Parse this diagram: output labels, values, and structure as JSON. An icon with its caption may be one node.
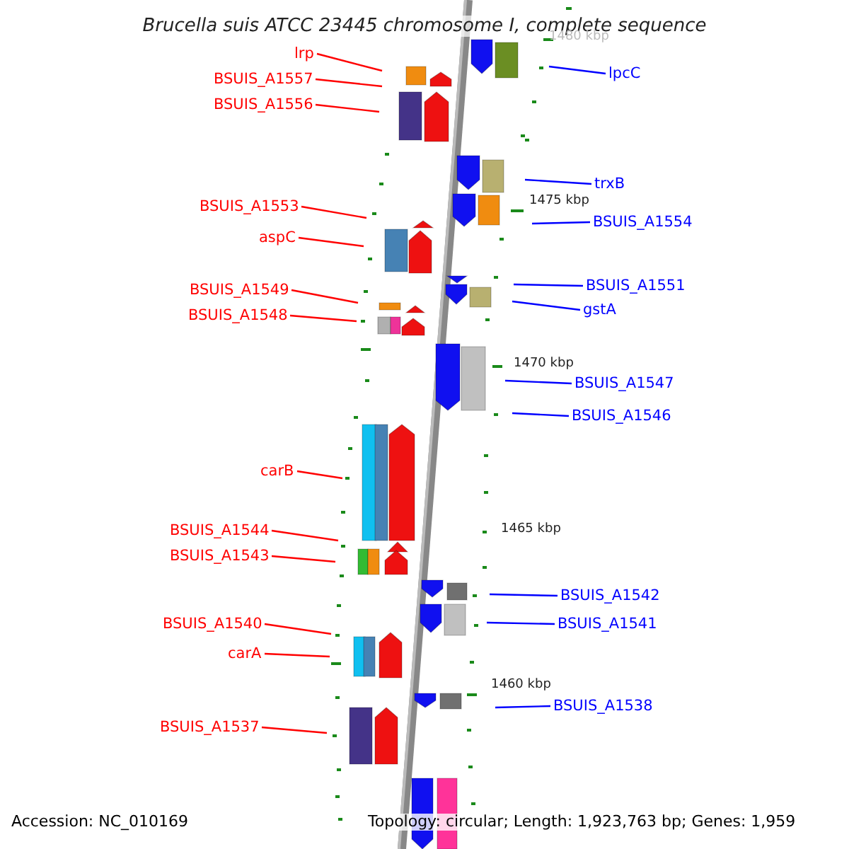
{
  "diagram": {
    "title": "Brucella suis ATCC 23445 chromosome I, complete sequence",
    "nodes": [
      {
        "text": [
          "lrp"
        ]
      },
      {
        "text": [
          "lpcC"
        ]
      },
      {
        "text": [
          "BSUIS_A1557"
        ]
      },
      {
        "text": [
          "BSUIS_A1556"
        ]
      },
      {
        "text": [
          "trxB"
        ]
      },
      {
        "text": [
          "BSUIS_A1553"
        ]
      },
      {
        "text": [
          "BSUIS_A1554"
        ]
      },
      {
        "text": [
          "aspC"
        ]
      },
      {
        "text": [
          "BSUIS_A1551"
        ]
      },
      {
        "text": [
          "BSUIS_A1549"
        ]
      },
      {
        "text": [
          "gstA"
        ]
      },
      {
        "text": [
          "BSUIS_A1548"
        ]
      },
      {
        "text": [
          "BSUIS_A1547"
        ]
      },
      {
        "text": [
          "BSUIS_A1546"
        ]
      },
      {
        "text": [
          "carB"
        ]
      },
      {
        "text": [
          "BSUIS_A1544"
        ]
      },
      {
        "text": [
          "BSUIS_A1543"
        ]
      },
      {
        "text": [
          "BSUIS_A1542"
        ]
      },
      {
        "text": [
          "BSUIS_A1540"
        ]
      },
      {
        "text": [
          "BSUIS_A1541"
        ]
      },
      {
        "text": [
          "carA"
        ]
      },
      {
        "text": [
          "BSUIS_A1538"
        ]
      },
      {
        "text": [
          "BSUIS_A1537"
        ]
      }
    ],
    "edges": [
      {
        "from": 0,
        "to": null,
        "arrow": "none"
      },
      {
        "from": 1,
        "to": null,
        "arrow": "none",
        "color": "#0000ff"
      },
      {
        "from": 2,
        "to": null,
        "arrow": "none"
      },
      {
        "from": 3,
        "to": null,
        "arrow": "none"
      },
      {
        "from": 4,
        "to": null,
        "arrow": "none",
        "color": "#0000ff"
      },
      {
        "from": 5,
        "to": null,
        "arrow": "none"
      },
      {
        "from": 6,
        "to": null,
        "arrow": "none",
        "color": "#0000ff"
      },
      {
        "from": 7,
        "to": null,
        "arrow": "none"
      },
      {
        "from": 8,
        "to": null,
        "arrow": "none",
        "color": "#0000ff"
      },
      {
        "from": 9,
        "to": null,
        "arrow": "none"
      },
      {
        "from": 10,
        "to": null,
        "arrow": "none",
        "color": "#0000ff"
      },
      {
        "from": 11,
        "to": null,
        "arrow": "none"
      },
      {
        "from": 12,
        "to": null,
        "arrow": "none",
        "color": "#0000ff"
      },
      {
        "from": 13,
        "to": null,
        "arrow": "none",
        "color": "#0000ff"
      },
      {
        "from": 14,
        "to": null,
        "arrow": "none"
      },
      {
        "from": 15,
        "to": null,
        "arrow": "none"
      },
      {
        "from": 16,
        "to": null,
        "arrow": "none"
      },
      {
        "from": 17,
        "to": null,
        "arrow": "none",
        "color": "#0000ff"
      },
      {
        "from": 18,
        "to": null,
        "arrow": "none"
      },
      {
        "from": 19,
        "to": null,
        "arrow": "none",
        "color": "#0000ff"
      },
      {
        "from": 20,
        "to": null,
        "arrow": "none"
      },
      {
        "from": 21,
        "to": null,
        "arrow": "none",
        "color": "#0000ff"
      },
      {
        "from": 22,
        "to": null,
        "arrow": "none"
      }
    ],
    "labels": [
      "1480 kbp",
      "1475 kbp",
      "1470 kbp",
      "1465 kbp",
      "1460 kbp",
      "Accession: NC_010169",
      "Topology: circular; Length: 1,923,763 bp; Genes: 1,959"
    ]
  }
}
